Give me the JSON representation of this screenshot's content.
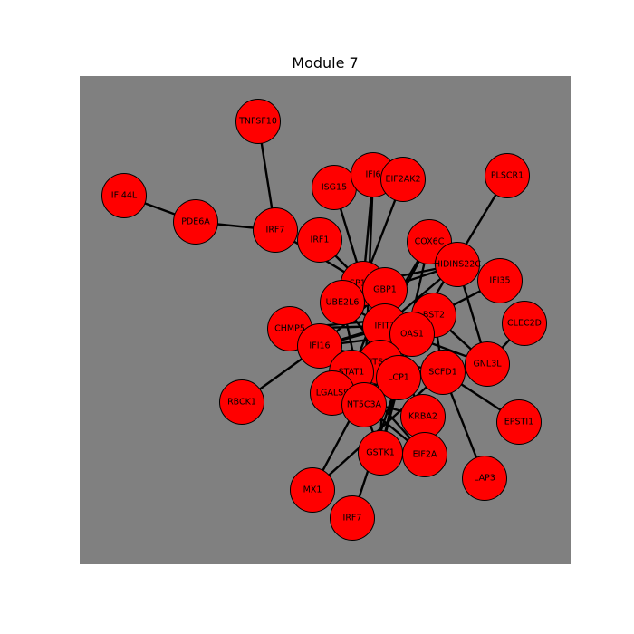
{
  "title": "Module 7",
  "colors": {
    "background": "#808080",
    "node_fill": "#ff0000",
    "node_stroke": "#000000",
    "edge": "#000000"
  },
  "graph": {
    "nodes": [
      {
        "id": "TNFSF10",
        "label": "TNFSF10"
      },
      {
        "id": "IFI44L",
        "label": "IFI44L"
      },
      {
        "id": "PDE6A",
        "label": "PDE6A"
      },
      {
        "id": "IRF7a",
        "label": "IRF7"
      },
      {
        "id": "ISG15",
        "label": "ISG15"
      },
      {
        "id": "IFI6",
        "label": "IFI6"
      },
      {
        "id": "EIF2AK2",
        "label": "EIF2AK2"
      },
      {
        "id": "PLSCR1",
        "label": "PLSCR1"
      },
      {
        "id": "IRF1",
        "label": "IRF1"
      },
      {
        "id": "COX6C",
        "label": "COX6C"
      },
      {
        "id": "HIDINS22C",
        "label": "HIDINS22C"
      },
      {
        "id": "IFI35",
        "label": "IFI35"
      },
      {
        "id": "SP100",
        "label": "SP100"
      },
      {
        "id": "GBP1",
        "label": "GBP1"
      },
      {
        "id": "UBE2L6",
        "label": "UBE2L6"
      },
      {
        "id": "BST2",
        "label": "BST2"
      },
      {
        "id": "CLEC2D",
        "label": "CLEC2D"
      },
      {
        "id": "CHMP5",
        "label": "CHMP5"
      },
      {
        "id": "IFIT3",
        "label": "IFIT3"
      },
      {
        "id": "OAS1",
        "label": "OAS1"
      },
      {
        "id": "IFI16",
        "label": "IFI16"
      },
      {
        "id": "NTSC2",
        "label": "NTSC2"
      },
      {
        "id": "GNL3L",
        "label": "GNL3L"
      },
      {
        "id": "STAT1",
        "label": "STAT1"
      },
      {
        "id": "LCP1",
        "label": "LCP1"
      },
      {
        "id": "SCFD1",
        "label": "SCFD1"
      },
      {
        "id": "RBCK1",
        "label": "RBCK1"
      },
      {
        "id": "LGALS9",
        "label": "LGALS9"
      },
      {
        "id": "NT5C3A",
        "label": "NT5C3A"
      },
      {
        "id": "KRBA2",
        "label": "KRBA2"
      },
      {
        "id": "EPSTI1",
        "label": "EPSTI1"
      },
      {
        "id": "GSTK1",
        "label": "GSTK1"
      },
      {
        "id": "EIF2A",
        "label": "EIF2A"
      },
      {
        "id": "LAP3",
        "label": "LAP3"
      },
      {
        "id": "MX1",
        "label": "MX1"
      },
      {
        "id": "IRF7b",
        "label": "IRF7"
      }
    ],
    "edges": [
      [
        "IFI44L",
        "PDE6A"
      ],
      [
        "PDE6A",
        "IRF7a"
      ],
      [
        "TNFSF10",
        "IRF7a"
      ],
      [
        "IRF7a",
        "SP100"
      ],
      [
        "ISG15",
        "SP100"
      ],
      [
        "IFI6",
        "SP100"
      ],
      [
        "IFI6",
        "NT5C3A"
      ],
      [
        "EIF2AK2",
        "SP100"
      ],
      [
        "IRF1",
        "SP100"
      ],
      [
        "PLSCR1",
        "OAS1"
      ],
      [
        "COX6C",
        "IFIT3"
      ],
      [
        "COX6C",
        "GSTK1"
      ],
      [
        "HIDINS22C",
        "SP100"
      ],
      [
        "HIDINS22C",
        "GNL3L"
      ],
      [
        "HIDINS22C",
        "IFIT3"
      ],
      [
        "IFI35",
        "BST2"
      ],
      [
        "BST2",
        "CHMP5"
      ],
      [
        "BST2",
        "IFI16"
      ],
      [
        "BST2",
        "SCFD1"
      ],
      [
        "CLEC2D",
        "GNL3L"
      ],
      [
        "GNL3L",
        "IFIT3"
      ],
      [
        "GNL3L",
        "BST2"
      ],
      [
        "IFIT3",
        "IFI16"
      ],
      [
        "IFIT3",
        "CHMP5"
      ],
      [
        "IFIT3",
        "KRBA2"
      ],
      [
        "UBE2L6",
        "LCP1"
      ],
      [
        "UBE2L6",
        "IFIT3"
      ],
      [
        "GBP1",
        "STAT1"
      ],
      [
        "GBP1",
        "IFI16"
      ],
      [
        "SP100",
        "IFIT3"
      ],
      [
        "IFI16",
        "RBCK1"
      ],
      [
        "IFI16",
        "SCFD1"
      ],
      [
        "STAT1",
        "EIF2A"
      ],
      [
        "STAT1",
        "GSTK1"
      ],
      [
        "NTSC2",
        "MX1"
      ],
      [
        "LCP1",
        "IRF7b"
      ],
      [
        "SCFD1",
        "EPSTI1"
      ],
      [
        "SCFD1",
        "LAP3"
      ],
      [
        "SCFD1",
        "MX1"
      ],
      [
        "SCFD1",
        "LGALS9"
      ],
      [
        "KRBA2",
        "LGALS9"
      ],
      [
        "NT5C3A",
        "EIF2A"
      ],
      [
        "OAS1",
        "IFI16"
      ],
      [
        "OAS1",
        "GSTK1"
      ],
      [
        "HIDINS22C",
        "UBE2L6"
      ],
      [
        "GBP1",
        "OAS1"
      ],
      [
        "NTSC2",
        "BST2"
      ],
      [
        "UBE2L6",
        "NT5C3A"
      ],
      [
        "COX6C",
        "STAT1"
      ],
      [
        "GBP1",
        "GSTK1"
      ],
      [
        "IFIT3",
        "NTSC2"
      ]
    ]
  }
}
